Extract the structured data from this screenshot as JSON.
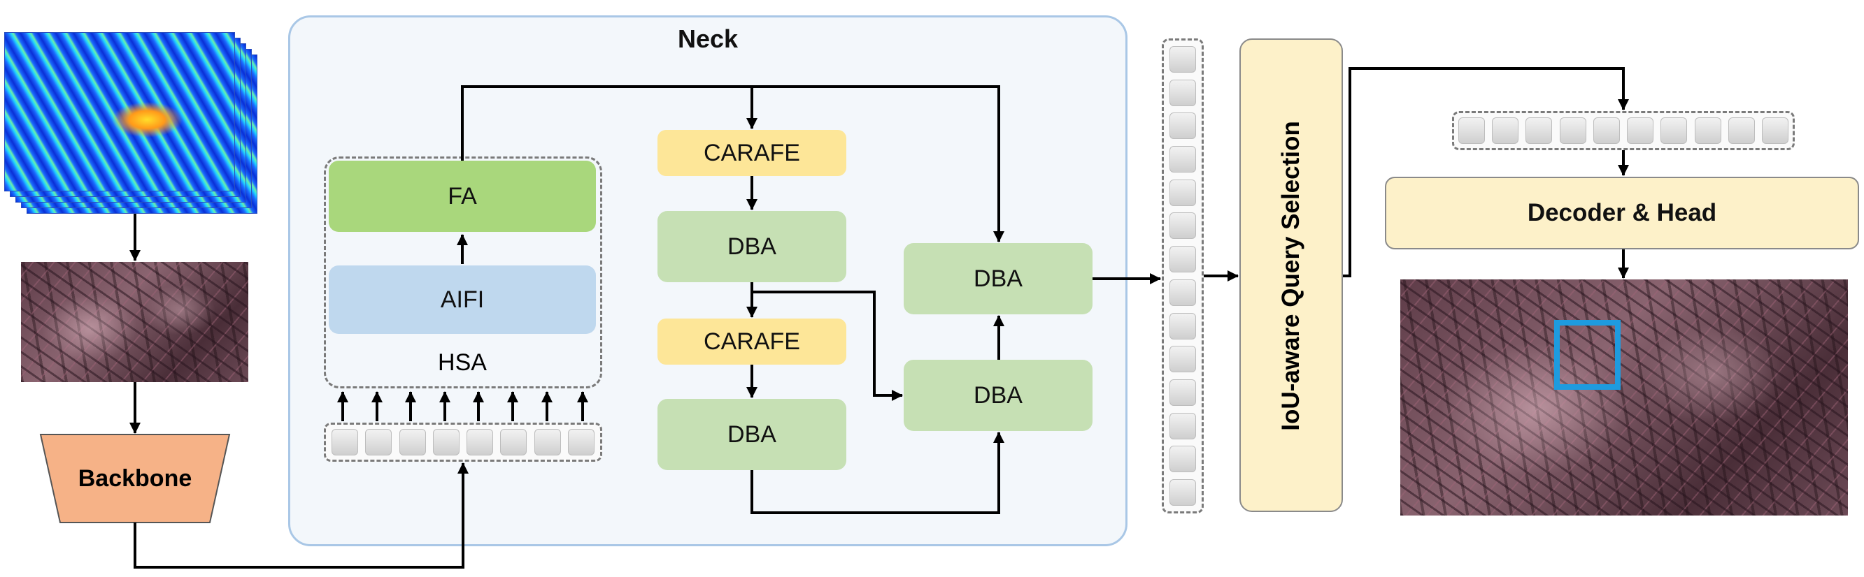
{
  "neck": {
    "title": "Neck"
  },
  "blocks": {
    "fa": "FA",
    "aifi": "AIFI",
    "hsa": "HSA",
    "carafe_top": "CARAFE",
    "dba_top": "DBA",
    "carafe_bottom": "CARAFE",
    "dba_bottom": "DBA",
    "dba_right_top": "DBA",
    "dba_right_bottom": "DBA",
    "backbone": "Backbone",
    "query_selection": "IoU-aware Query Selection",
    "decoder_head": "Decoder & Head"
  },
  "token_counts": {
    "hsa_input": 8,
    "feature_column": 14,
    "query_row": 10
  },
  "colors": {
    "neck_bg": "#f3f7fb",
    "neck_border": "#a9c7e6",
    "fa": "#a9d77c",
    "aifi": "#bfd8ee",
    "carafe": "#fde698",
    "dba": "#c6e0b4",
    "backbone": "#f6b287",
    "query": "#fdf1c9",
    "detection_box": "#1e9bdf"
  }
}
